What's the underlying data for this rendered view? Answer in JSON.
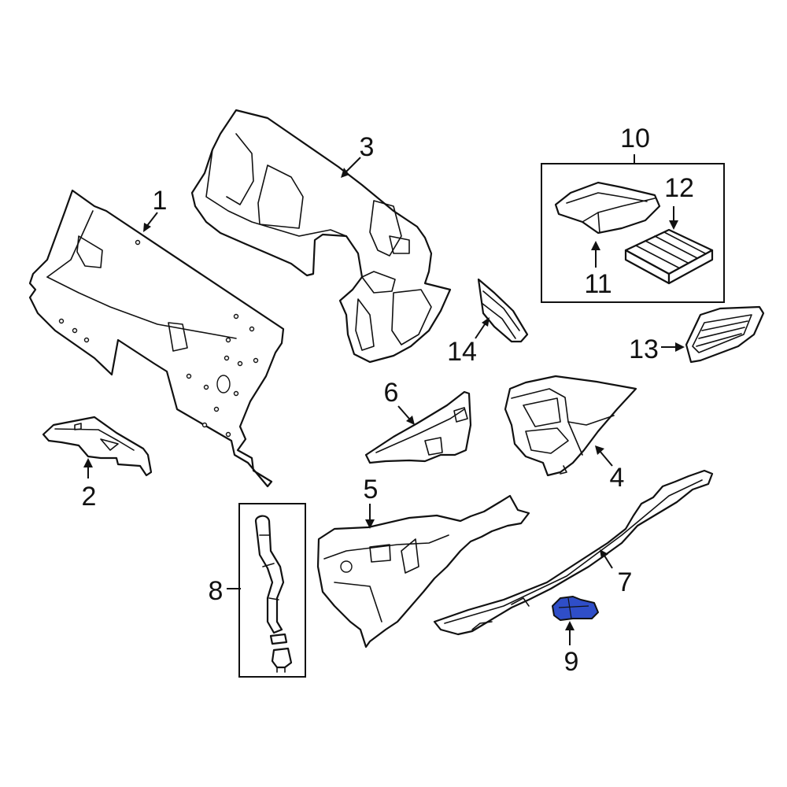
{
  "callouts": [
    {
      "id": "1",
      "label": "1"
    },
    {
      "id": "2",
      "label": "2"
    },
    {
      "id": "3",
      "label": "3"
    },
    {
      "id": "4",
      "label": "4"
    },
    {
      "id": "5",
      "label": "5"
    },
    {
      "id": "6",
      "label": "6"
    },
    {
      "id": "7",
      "label": "7"
    },
    {
      "id": "8",
      "label": "8"
    },
    {
      "id": "9",
      "label": "9"
    },
    {
      "id": "10",
      "label": "10"
    },
    {
      "id": "11",
      "label": "11"
    },
    {
      "id": "12",
      "label": "12"
    },
    {
      "id": "13",
      "label": "13"
    },
    {
      "id": "14",
      "label": "14"
    }
  ],
  "highlight": {
    "part": "9",
    "color": "#2f4ec8"
  },
  "line_color": "#111111",
  "background": "#ffffff"
}
